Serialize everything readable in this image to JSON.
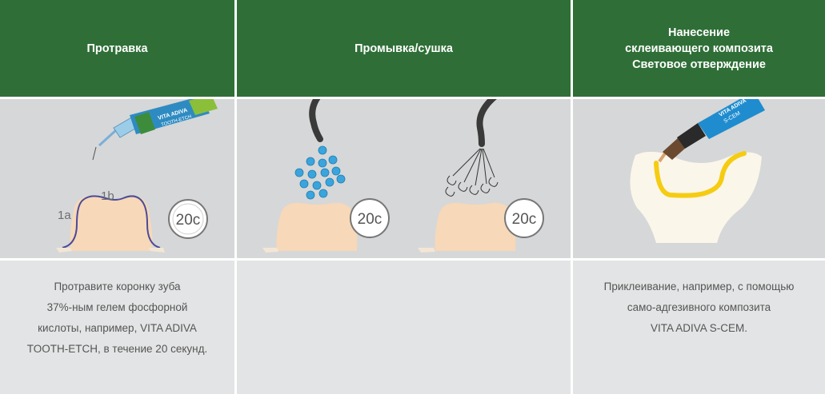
{
  "columns": [
    {
      "header": "Протравка",
      "description": "Протравите коронку зуба\n37%-ным гелем фосфорной\nкислоты, например, VITA ADIVA\nTOOTH-ETCH, в течение 20 секунд.",
      "image": {
        "labels": {
          "a": "1a",
          "b": "1b"
        },
        "timer": "20с",
        "product": {
          "brand": "VITA ADIVA",
          "name": "TOOTH-ETCH",
          "color": "#3aa0db",
          "cap_color": "#3c8c3c"
        }
      }
    },
    {
      "header": "Промывка/сушка",
      "description": "",
      "image": {
        "timer_left": "20с",
        "timer_right": "20с"
      }
    },
    {
      "header": "Нанесение\nсклеивающего композита\nСветовое отверждение",
      "description": "Приклеивание, например, с помощью\nсамо-адгезивного композита\nVITA ADIVA S-CEM.",
      "image": {
        "product": {
          "brand": "VITA ADIVA",
          "name": "S-CEM",
          "color": "#1f8ccf"
        }
      }
    }
  ],
  "colors": {
    "header_bg": "#2f6f37",
    "image_bg": "#d6d7d8",
    "description_bg": "#e3e4e5",
    "tooth": "#f7d8b8",
    "outline": "#4b4b9a",
    "droplet": "#3ba4dc",
    "composite": "#f5cc12"
  }
}
